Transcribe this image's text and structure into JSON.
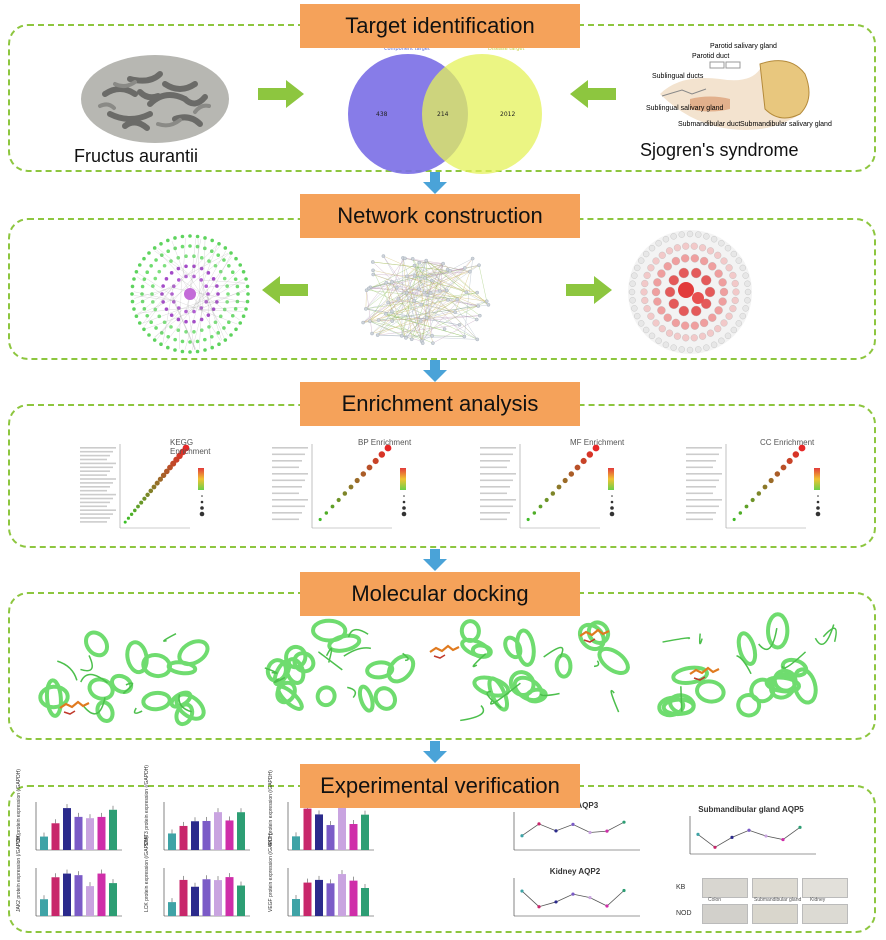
{
  "stages": [
    {
      "id": "target",
      "label": "Target  identification"
    },
    {
      "id": "network",
      "label": "Network construction"
    },
    {
      "id": "enrichment",
      "label": "Enrichment  analysis"
    },
    {
      "id": "docking",
      "label": "Molecular docking"
    },
    {
      "id": "experimental",
      "label": "Experimental verification"
    }
  ],
  "target": {
    "left_label": "Fructus aurantii",
    "right_label": "Sjogren's syndrome",
    "venn": {
      "left_set": "Component target",
      "right_set": "Disease target",
      "left_only": "438",
      "overlap": "214",
      "right_only": "2012",
      "left_color": "#7a6ee6",
      "right_color": "#e4f25a"
    },
    "anatomy_labels": [
      "Parotid salivary gland",
      "Parotid duct",
      "Sublingual ducts",
      "Sublingual salivary gland",
      "Submandibular duct",
      "Submandibular salivary gland"
    ]
  },
  "enrichment": {
    "panels": [
      {
        "title": "KEGG Enrichment"
      },
      {
        "title": "BP Enrichment"
      },
      {
        "title": "MF Enrichment"
      },
      {
        "title": "CC Enrichment"
      }
    ]
  },
  "experimental": {
    "bar_charts": [
      {
        "ylabel": "PI3K protein expression (/GAPDH)"
      },
      {
        "ylabel": "STAT3 protein expression (/GAPDH)"
      },
      {
        "ylabel": "AKT protein expression (/GAPDH)"
      },
      {
        "ylabel": "JAK2 protein expression (/GAPDH)"
      },
      {
        "ylabel": "LCK protein expression (/GAPDH)"
      },
      {
        "ylabel": "VEGF protein expression (/GAPDH)"
      }
    ],
    "line_charts": [
      {
        "title": "Colon  AQP3"
      },
      {
        "title": "Submandibular gland AQP5"
      },
      {
        "title": "Kidney AQP2"
      }
    ],
    "histology_rows": [
      "KB",
      "NOD"
    ],
    "histology_cols": [
      "Colon",
      "Submandibular gland",
      "Kidney"
    ]
  },
  "colors": {
    "panel_border": "#8dc63f",
    "stage_fill": "#f5a25a",
    "arrow_blue": "#4aa3d8",
    "arrow_green": "#8dc63f",
    "protein_green": "#6fdc6f",
    "ligand_orange": "#e07a1f"
  }
}
